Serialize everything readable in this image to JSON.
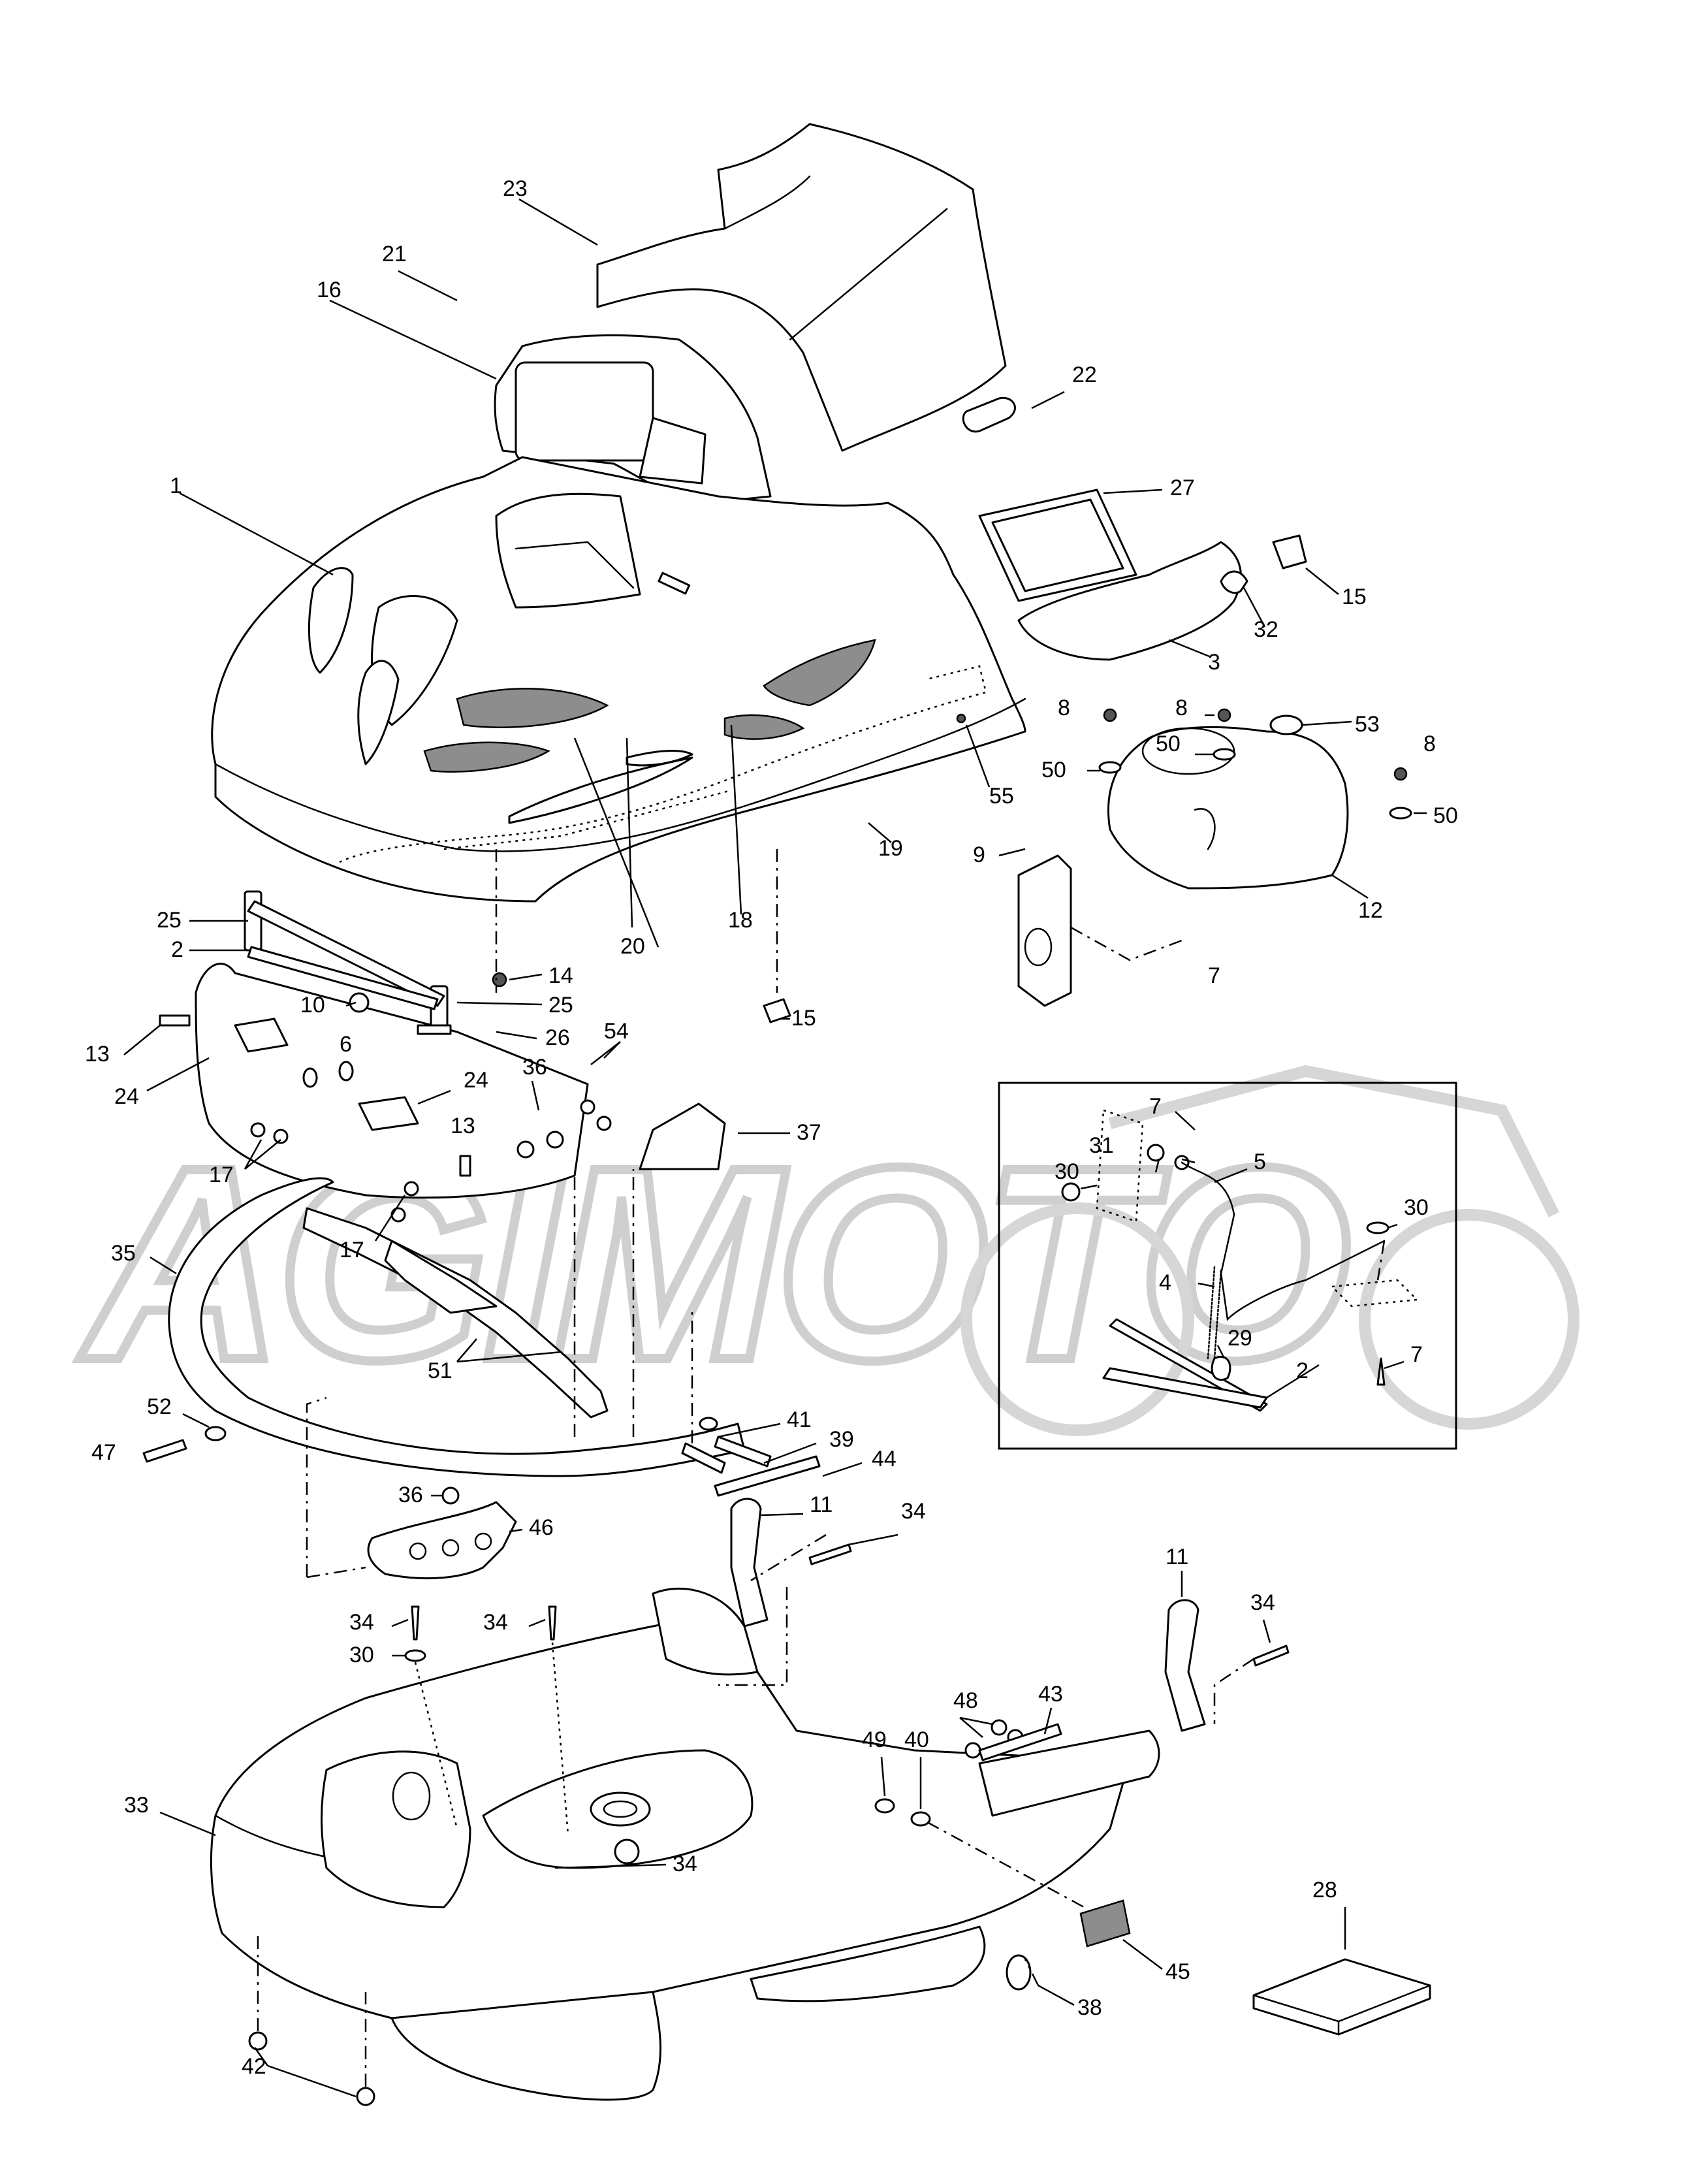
{
  "watermark": {
    "text": "AGIMOTO"
  },
  "callouts": {
    "c1": "1",
    "c2": "2",
    "c2b": "2",
    "c3": "3",
    "c4": "4",
    "c5": "5",
    "c6": "6",
    "c7a": "7",
    "c7b": "7",
    "c7c": "7",
    "c8a": "8",
    "c8b": "8",
    "c8c": "8",
    "c9": "9",
    "c10": "10",
    "c11a": "11",
    "c11b": "11",
    "c12": "12",
    "c13a": "13",
    "c13b": "13",
    "c14": "14",
    "c15a": "15",
    "c15b": "15",
    "c16": "16",
    "c17a": "17",
    "c17b": "17",
    "c18": "18",
    "c19": "19",
    "c20": "20",
    "c21": "21",
    "c22": "22",
    "c23": "23",
    "c24a": "24",
    "c24b": "24",
    "c25a": "25",
    "c25b": "25",
    "c26": "26",
    "c27": "27",
    "c28": "28",
    "c29": "29",
    "c30a": "30",
    "c30b": "30",
    "c30c": "30",
    "c31": "31",
    "c32": "32",
    "c33": "33",
    "c34a": "34",
    "c34b": "34",
    "c34c": "34",
    "c34d": "34",
    "c34e": "34",
    "c35": "35",
    "c36a": "36",
    "c36b": "36",
    "c37": "37",
    "c38": "38",
    "c39": "39",
    "c40": "40",
    "c41": "41",
    "c42": "42",
    "c43": "43",
    "c44": "44",
    "c45": "45",
    "c46": "46",
    "c47": "47",
    "c48": "48",
    "c49": "49",
    "c50a": "50",
    "c50b": "50",
    "c50c": "50",
    "c51": "51",
    "c52": "52",
    "c53": "53",
    "c54": "54",
    "c55": "55"
  }
}
